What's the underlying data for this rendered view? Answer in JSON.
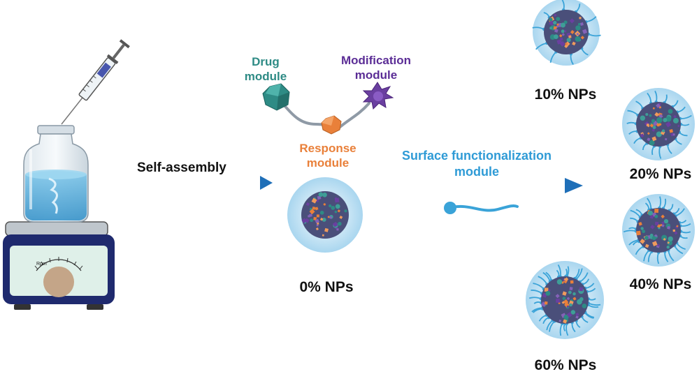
{
  "steps": {
    "self_assembly": "Self-assembly",
    "surface_line1": "Surface functionalization",
    "surface_line2": "module"
  },
  "modules": {
    "drug_line1": "Drug",
    "drug_line2": "module",
    "modification_line1": "Modification",
    "modification_line2": "module",
    "response_line1": "Response",
    "response_line2": "module"
  },
  "stirrer": {
    "dial_label": "Rpm"
  },
  "nanoparticles": [
    {
      "label": "0% NPs"
    },
    {
      "label": "10% NPs"
    },
    {
      "label": "20% NPs"
    },
    {
      "label": "40% NPs"
    },
    {
      "label": "60% NPs"
    }
  ],
  "colors": {
    "drug": "#2e8b85",
    "response": "#e9803a",
    "modification": "#6a3fa0",
    "surface": "#3aa3d8",
    "arrow": "#1f6fb8",
    "halo": "#cfe8f6"
  }
}
